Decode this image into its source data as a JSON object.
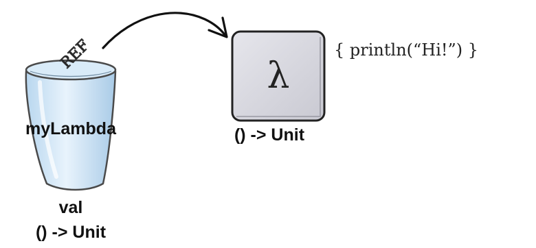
{
  "diagram": {
    "variable": {
      "name": "myLambda",
      "keyword": "val",
      "type": "() -> Unit"
    },
    "reference": {
      "label": "REF"
    },
    "lambda_object": {
      "symbol": "λ",
      "type": "() -> Unit",
      "code": "{ println(“Hi!”) }"
    }
  }
}
